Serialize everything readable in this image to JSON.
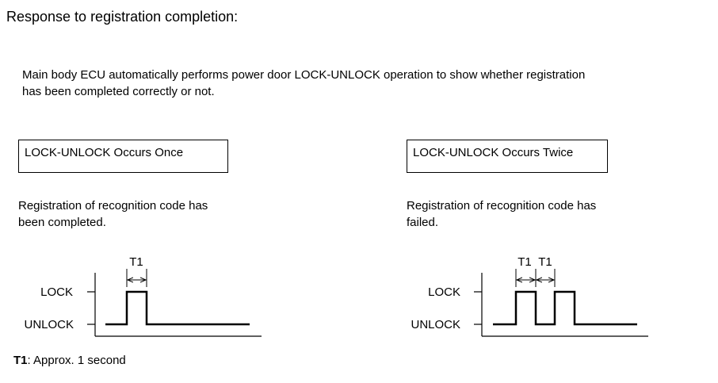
{
  "heading": "Response to registration completion:",
  "intro": {
    "line1": "Main body ECU automatically performs power door LOCK-UNLOCK operation to show whether registration",
    "line2": "has been completed correctly or not."
  },
  "cases": [
    {
      "box_label": "LOCK-UNLOCK Occurs Once",
      "desc_line1": "Registration of recognition code has",
      "desc_line2": "been completed.",
      "pulse_count": 1
    },
    {
      "box_label": "LOCK-UNLOCK Occurs Twice",
      "desc_line1": "Registration of recognition code has",
      "desc_line2": "failed.",
      "pulse_count": 2
    }
  ],
  "levels": {
    "high": "LOCK",
    "low": "UNLOCK"
  },
  "interval_label": "T1",
  "note": {
    "key": "T1",
    "text": ": Approx. 1 second"
  }
}
